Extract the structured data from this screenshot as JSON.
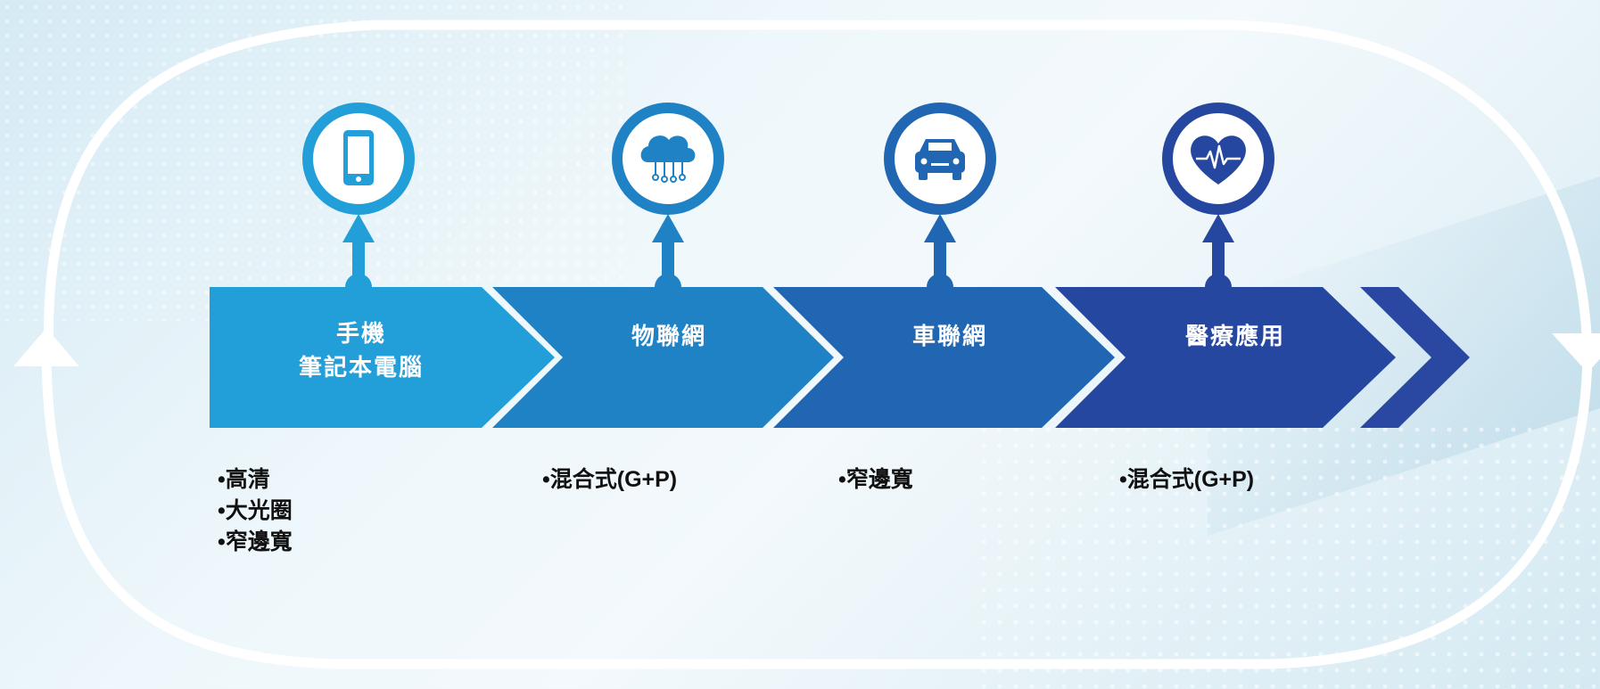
{
  "stages": [
    {
      "id": "phone",
      "icon": "smartphone-icon",
      "color": "#229fd9",
      "title_lines": [
        "手機",
        "筆記本電腦"
      ],
      "bullets": [
        "高清",
        "大光圈",
        "窄邊寬"
      ]
    },
    {
      "id": "iot",
      "icon": "cloud-network-icon",
      "color": "#1f82c5",
      "title_lines": [
        "物聯網"
      ],
      "bullets": [
        "混合式(G+P)"
      ]
    },
    {
      "id": "vehicle",
      "icon": "car-icon",
      "color": "#2066b2",
      "title_lines": [
        "車聯網"
      ],
      "bullets": [
        "窄邊寬"
      ]
    },
    {
      "id": "medical",
      "icon": "heart-pulse-icon",
      "color": "#2547a0",
      "title_lines": [
        "醫療應用"
      ],
      "bullets": [
        "混合式(G+P)"
      ]
    }
  ],
  "final_chevron_color": "#2a48a2",
  "loop_color": "#ffffff"
}
